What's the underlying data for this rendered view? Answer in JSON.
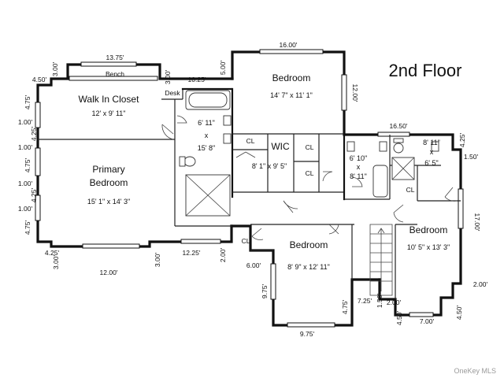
{
  "title": "2nd Floor",
  "watermark": "OneKey MLS",
  "rooms": {
    "walk_in_closet": {
      "name": "Walk In Closet",
      "size": "12' x 9' 11\""
    },
    "primary_bedroom": {
      "name_line1": "Primary",
      "name_line2": "Bedroom",
      "size": "15' 1\" x 14' 3\""
    },
    "bedroom_top": {
      "name": "Bedroom",
      "size": "14' 7\" x 11' 1\""
    },
    "wic": {
      "name": "WIC",
      "size": "8' 1\" x 9' 5\""
    },
    "bedroom_center": {
      "name": "Bedroom",
      "size": "8' 9\" x 12' 11\""
    },
    "bedroom_right": {
      "name": "Bedroom",
      "size": "10' 5\" x 13' 3\""
    },
    "bath_primary": {
      "w": "6' 11\"",
      "x": "x",
      "h": "15' 8\""
    },
    "bath_mid": {
      "w": "6' 10\"",
      "x": "x",
      "h": "8' 11\""
    },
    "bath_right": {
      "w": "8' 11\"",
      "x": "x",
      "h": "6' 5\""
    }
  },
  "labels": {
    "bench": "Bench",
    "desk": "Desk",
    "closets": [
      "CL",
      "CL",
      "CL",
      "CL",
      "CL"
    ]
  },
  "dimensions": {
    "d_1375": "13.75'",
    "d_300_a": "3.00'",
    "d_450_a": "4.50'",
    "d_300_b": "3.00'",
    "d_1025": "10.25'",
    "d_500": "5.00'",
    "d_1600": "16.00'",
    "d_1200_v": "12.00'",
    "d_1650": "16.50'",
    "d_425_r": "4.25'",
    "d_150_r": "1.50'",
    "d_1700": "17.00'",
    "d_200_r": "2.00'",
    "d_450_r": "4.50'",
    "d_700": "7.00'",
    "d_450_b": "4.50'",
    "d_200_b": "2.00'",
    "d_150_b": "1.50'",
    "d_725": "7.25'",
    "d_475_b": "4.75'",
    "d_975_b": "9.75'",
    "d_975_v": "9.75'",
    "d_600": "6.00'",
    "d_200_c": "2.00'",
    "d_1225": "12.25'",
    "d_300_c": "3.00'",
    "d_1200_b": "12.00'",
    "d_300_d": "3.00'",
    "d_425_bl": "4.25'",
    "d_475_l1": "4.75'",
    "d_100_l1": "1.00'",
    "d_425_l1": "4.25'",
    "d_100_l2": "1.00'",
    "d_475_l2": "4.75'",
    "d_100_l3": "1.00'",
    "d_425_l2": "4.25'",
    "d_100_l4": "1.00'",
    "d_475_l3": "4.75'"
  }
}
